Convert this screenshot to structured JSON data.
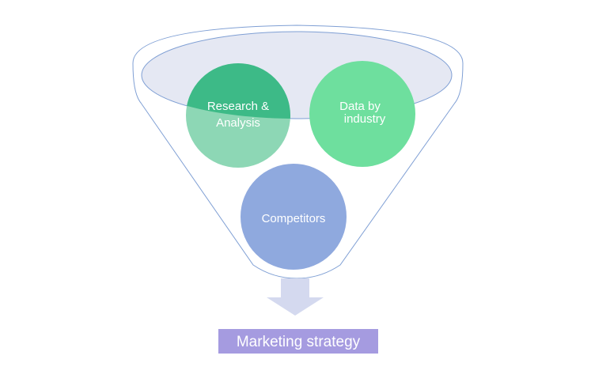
{
  "diagram": {
    "items": [
      {
        "lines": [
          "Research &",
          "Analysis"
        ],
        "color": "#3dba87"
      },
      {
        "lines": [
          "Data by",
          "industry"
        ],
        "color": "#6edf9e"
      },
      {
        "lines": [
          "Competitors"
        ],
        "color": "#8fa9de"
      }
    ],
    "result": {
      "label": "Marketing strategy",
      "color": "#a59be0"
    },
    "funnel_outline_color": "#7f9fd4",
    "funnel_rim_fill": "#e5e8f3",
    "arrow_color": "#d4d9ef"
  }
}
